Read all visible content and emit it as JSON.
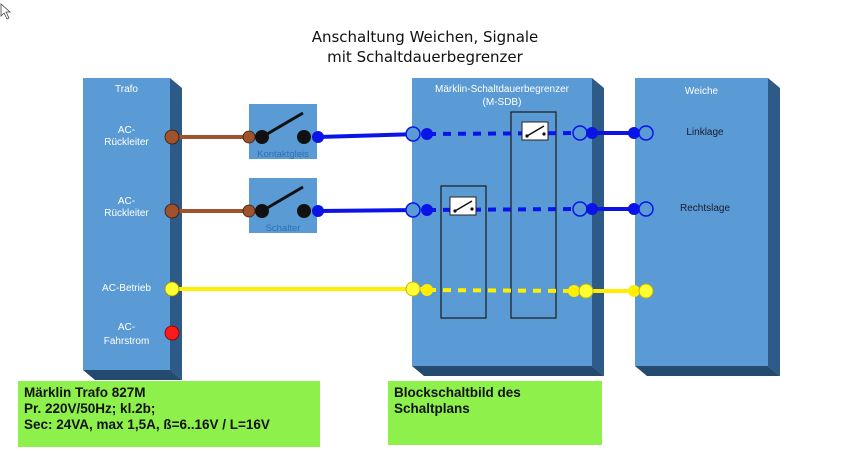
{
  "title": {
    "line1": "Anschaltung Weichen, Signale",
    "line2": "mit Schaltdauerbegrenzer"
  },
  "trafo": {
    "header": "Trafo",
    "terminals": [
      {
        "line1": "AC-",
        "line2": "Rückleiter",
        "color": "#a0522d"
      },
      {
        "line1": "AC-",
        "line2": "Rückleiter",
        "color": "#a0522d"
      },
      {
        "line1": "AC-Betrieb",
        "line2": "",
        "color": "#ffff33"
      },
      {
        "line1": "AC-",
        "line2": "Fahrstrom",
        "color": "#ff1a1a"
      }
    ]
  },
  "switches": [
    {
      "label": "Kontaktgleis"
    },
    {
      "label": "Schalter"
    }
  ],
  "msdb": {
    "header_line1": "Märklin-Schaltdauerbegrenzer",
    "header_line2": "(M-SDB)"
  },
  "weiche": {
    "header": "Weiche",
    "outputs": [
      {
        "label": "Linklage"
      },
      {
        "label": "Rechtslage"
      }
    ]
  },
  "notes": {
    "trafo_line1": "Märklin Trafo 827M",
    "trafo_line2": "Pr. 220V/50Hz; kl.2b;",
    "trafo_line3": "Sec: 24VA, max 1,5A, ß=6..16V / L=16V",
    "block_line1": "Blockschaltbild des",
    "block_line2": "Schaltplans"
  },
  "colors": {
    "box_fill": "#5b9bd5",
    "box_side": "#2e5a87",
    "wire_brown": "#a0522d",
    "wire_blue": "#0a14e6",
    "wire_yellow": "#ffee00",
    "note_fill": "#8ef04a"
  }
}
